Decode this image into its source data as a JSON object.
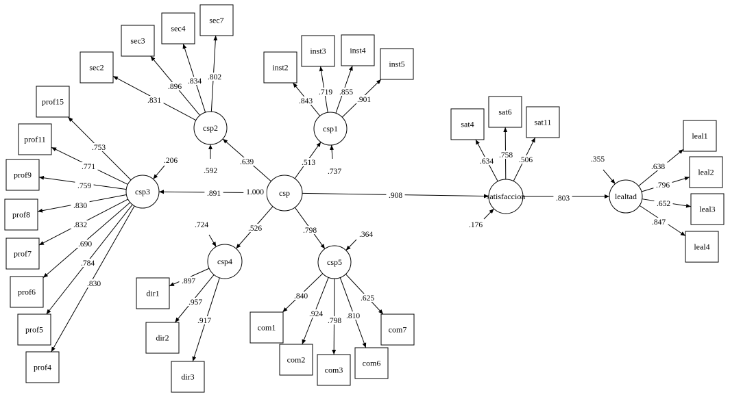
{
  "diagram": {
    "nodes": [
      {
        "id": "csp",
        "label": "csp",
        "kind": "latent"
      },
      {
        "id": "csp1",
        "label": "csp1",
        "kind": "latent"
      },
      {
        "id": "csp2",
        "label": "csp2",
        "kind": "latent"
      },
      {
        "id": "csp3",
        "label": "csp3",
        "kind": "latent"
      },
      {
        "id": "csp4",
        "label": "csp4",
        "kind": "latent"
      },
      {
        "id": "csp5",
        "label": "csp5",
        "kind": "latent"
      },
      {
        "id": "satisfaccion",
        "label": "satisfaccion",
        "kind": "latent"
      },
      {
        "id": "lealtad",
        "label": "lealtad",
        "kind": "latent"
      },
      {
        "id": "sec2",
        "label": "sec2",
        "kind": "indicator"
      },
      {
        "id": "sec3",
        "label": "sec3",
        "kind": "indicator"
      },
      {
        "id": "sec4",
        "label": "sec4",
        "kind": "indicator"
      },
      {
        "id": "sec7",
        "label": "sec7",
        "kind": "indicator"
      },
      {
        "id": "inst2",
        "label": "inst2",
        "kind": "indicator"
      },
      {
        "id": "inst3",
        "label": "inst3",
        "kind": "indicator"
      },
      {
        "id": "inst4",
        "label": "inst4",
        "kind": "indicator"
      },
      {
        "id": "inst5",
        "label": "inst5",
        "kind": "indicator"
      },
      {
        "id": "prof15",
        "label": "prof15",
        "kind": "indicator"
      },
      {
        "id": "prof11",
        "label": "prof11",
        "kind": "indicator"
      },
      {
        "id": "prof9",
        "label": "prof9",
        "kind": "indicator"
      },
      {
        "id": "prof8",
        "label": "prof8",
        "kind": "indicator"
      },
      {
        "id": "prof7",
        "label": "prof7",
        "kind": "indicator"
      },
      {
        "id": "prof6",
        "label": "prof6",
        "kind": "indicator"
      },
      {
        "id": "prof5",
        "label": "prof5",
        "kind": "indicator"
      },
      {
        "id": "prof4",
        "label": "prof4",
        "kind": "indicator"
      },
      {
        "id": "dir1",
        "label": "dir1",
        "kind": "indicator"
      },
      {
        "id": "dir2",
        "label": "dir2",
        "kind": "indicator"
      },
      {
        "id": "dir3",
        "label": "dir3",
        "kind": "indicator"
      },
      {
        "id": "com1",
        "label": "com1",
        "kind": "indicator"
      },
      {
        "id": "com2",
        "label": "com2",
        "kind": "indicator"
      },
      {
        "id": "com3",
        "label": "com3",
        "kind": "indicator"
      },
      {
        "id": "com6",
        "label": "com6",
        "kind": "indicator"
      },
      {
        "id": "com7",
        "label": "com7",
        "kind": "indicator"
      },
      {
        "id": "sat4",
        "label": "sat4",
        "kind": "indicator"
      },
      {
        "id": "sat6",
        "label": "sat6",
        "kind": "indicator"
      },
      {
        "id": "sat11",
        "label": "sat11",
        "kind": "indicator"
      },
      {
        "id": "leal1",
        "label": "leal1",
        "kind": "indicator"
      },
      {
        "id": "leal2",
        "label": "leal2",
        "kind": "indicator"
      },
      {
        "id": "leal3",
        "label": "leal3",
        "kind": "indicator"
      },
      {
        "id": "leal4",
        "label": "leal4",
        "kind": "indicator"
      }
    ],
    "edges": [
      {
        "from": "csp2",
        "to": "sec2",
        "coef": ".831"
      },
      {
        "from": "csp2",
        "to": "sec3",
        "coef": ".896"
      },
      {
        "from": "csp2",
        "to": "sec4",
        "coef": ".834"
      },
      {
        "from": "csp2",
        "to": "sec7",
        "coef": ".802"
      },
      {
        "from": "csp1",
        "to": "inst2",
        "coef": ".843"
      },
      {
        "from": "csp1",
        "to": "inst3",
        "coef": ".719"
      },
      {
        "from": "csp1",
        "to": "inst4",
        "coef": ".855"
      },
      {
        "from": "csp1",
        "to": "inst5",
        "coef": ".901"
      },
      {
        "from": "csp3",
        "to": "prof15",
        "coef": ".753"
      },
      {
        "from": "csp3",
        "to": "prof11",
        "coef": ".771"
      },
      {
        "from": "csp3",
        "to": "prof9",
        "coef": ".759"
      },
      {
        "from": "csp3",
        "to": "prof8",
        "coef": ".830"
      },
      {
        "from": "csp3",
        "to": "prof7",
        "coef": ".832"
      },
      {
        "from": "csp3",
        "to": "prof6",
        "coef": ".690"
      },
      {
        "from": "csp3",
        "to": "prof5",
        "coef": ".784"
      },
      {
        "from": "csp3",
        "to": "prof4",
        "coef": ".830"
      },
      {
        "from": "csp4",
        "to": "dir1",
        "coef": ".897"
      },
      {
        "from": "csp4",
        "to": "dir2",
        "coef": ".957"
      },
      {
        "from": "csp4",
        "to": "dir3",
        "coef": ".917"
      },
      {
        "from": "csp5",
        "to": "com1",
        "coef": ".840"
      },
      {
        "from": "csp5",
        "to": "com2",
        "coef": ".924"
      },
      {
        "from": "csp5",
        "to": "com3",
        "coef": ".798"
      },
      {
        "from": "csp5",
        "to": "com6",
        "coef": ".810"
      },
      {
        "from": "csp5",
        "to": "com7",
        "coef": ".625"
      },
      {
        "from": "csp",
        "to": "csp1",
        "coef": ".513"
      },
      {
        "from": "csp",
        "to": "csp2",
        "coef": ".639"
      },
      {
        "from": "csp",
        "to": "csp3",
        "coef": ".891"
      },
      {
        "from": "csp",
        "to": "csp4",
        "coef": ".526"
      },
      {
        "from": "csp",
        "to": "csp5",
        "coef": ".798"
      },
      {
        "from": "csp",
        "to": "satisfaccion",
        "coef": ".908"
      },
      {
        "from": "satisfaccion",
        "to": "sat4",
        "coef": ".634"
      },
      {
        "from": "satisfaccion",
        "to": "sat6",
        "coef": ".758"
      },
      {
        "from": "satisfaccion",
        "to": "sat11",
        "coef": ".506"
      },
      {
        "from": "satisfaccion",
        "to": "lealtad",
        "coef": ".803"
      },
      {
        "from": "lealtad",
        "to": "leal1",
        "coef": ".638"
      },
      {
        "from": "lealtad",
        "to": "leal2",
        "coef": ".796"
      },
      {
        "from": "lealtad",
        "to": "leal3",
        "coef": ".652"
      },
      {
        "from": "lealtad",
        "to": "leal4",
        "coef": ".847"
      }
    ],
    "disturbances": [
      {
        "target": "csp2",
        "value": ".592"
      },
      {
        "target": "csp1",
        "value": ".737"
      },
      {
        "target": "csp3",
        "value": ".206"
      },
      {
        "target": "csp4",
        "value": ".724"
      },
      {
        "target": "csp5",
        "value": ".364"
      },
      {
        "target": "satisfaccion",
        "value": ".176"
      },
      {
        "target": "lealtad",
        "value": ".355"
      }
    ],
    "node_notes": [
      {
        "node": "csp",
        "value": "1.000"
      }
    ]
  }
}
